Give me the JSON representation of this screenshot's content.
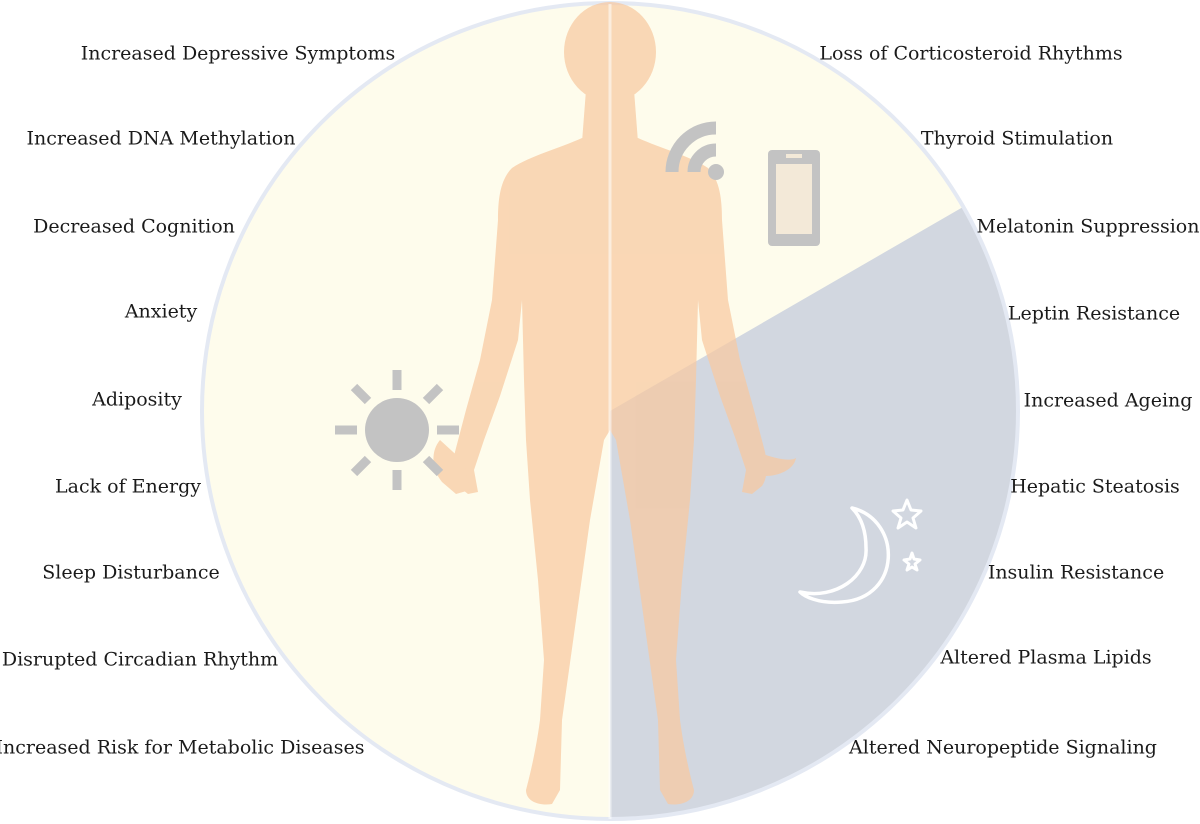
{
  "left_effects": [
    "Increased Depressive Symptoms",
    "Increased DNA Methylation",
    "Decreased Cognition",
    "Anxiety",
    "Adiposity",
    "Lack of Energy",
    "Sleep Disturbance",
    "Disrupted Circadian Rhythm",
    "Increased Risk for Metabolic Diseases"
  ],
  "right_effects": [
    "Loss of Corticosteroid Rhythms",
    "Thyroid Stimulation",
    "Melatonin Suppression",
    "Leptin Resistance",
    "Increased Ageing",
    "Hepatic Steatosis",
    "Insulin Resistance",
    "Altered Plasma Lipids",
    "Altered Neuropeptide Signaling"
  ],
  "colors": {
    "day_fill": "#fefcec",
    "night_fill": "#d2d7e0",
    "circle_border": "#e4e9f3",
    "body_fill": "#f8c9a0",
    "icon_gray": "#c3c3c3",
    "moon_stroke": "#ffffff",
    "text": "#1a1a1a"
  },
  "icons": [
    "sun-icon",
    "wifi-signal-icon",
    "smartphone-icon",
    "moon-icon",
    "star-icon"
  ]
}
